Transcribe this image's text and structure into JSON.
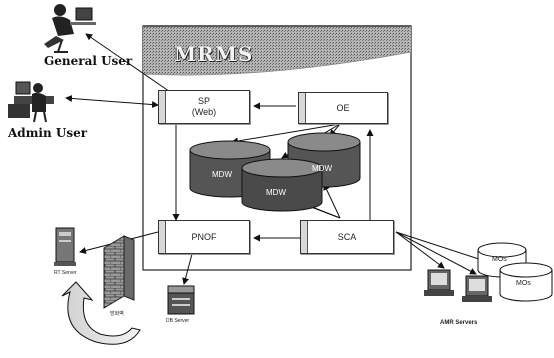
{
  "system": {
    "title": "MRMS"
  },
  "users": {
    "general": "General User",
    "admin": "Admin User"
  },
  "components": {
    "sp_line1": "SP",
    "sp_line2": "(Web)",
    "oe": "OE",
    "pnof": "PNOF",
    "sca": "SCA"
  },
  "databases": {
    "mdw_left": "MDW",
    "mdw_center": "MDW",
    "mdw_right": "MDW"
  },
  "external": {
    "rt_server": "RT Server",
    "firewall": "방화벽",
    "db_server": "DB Server",
    "amr_servers": "AMR Servers",
    "mos_top": "MOs",
    "mos_right": "MOs"
  },
  "colors": {
    "db_body": "#555555",
    "db_top": "#8a8a8a",
    "frame_header": "#9a9a9a",
    "brick": "#8a8a8a"
  }
}
